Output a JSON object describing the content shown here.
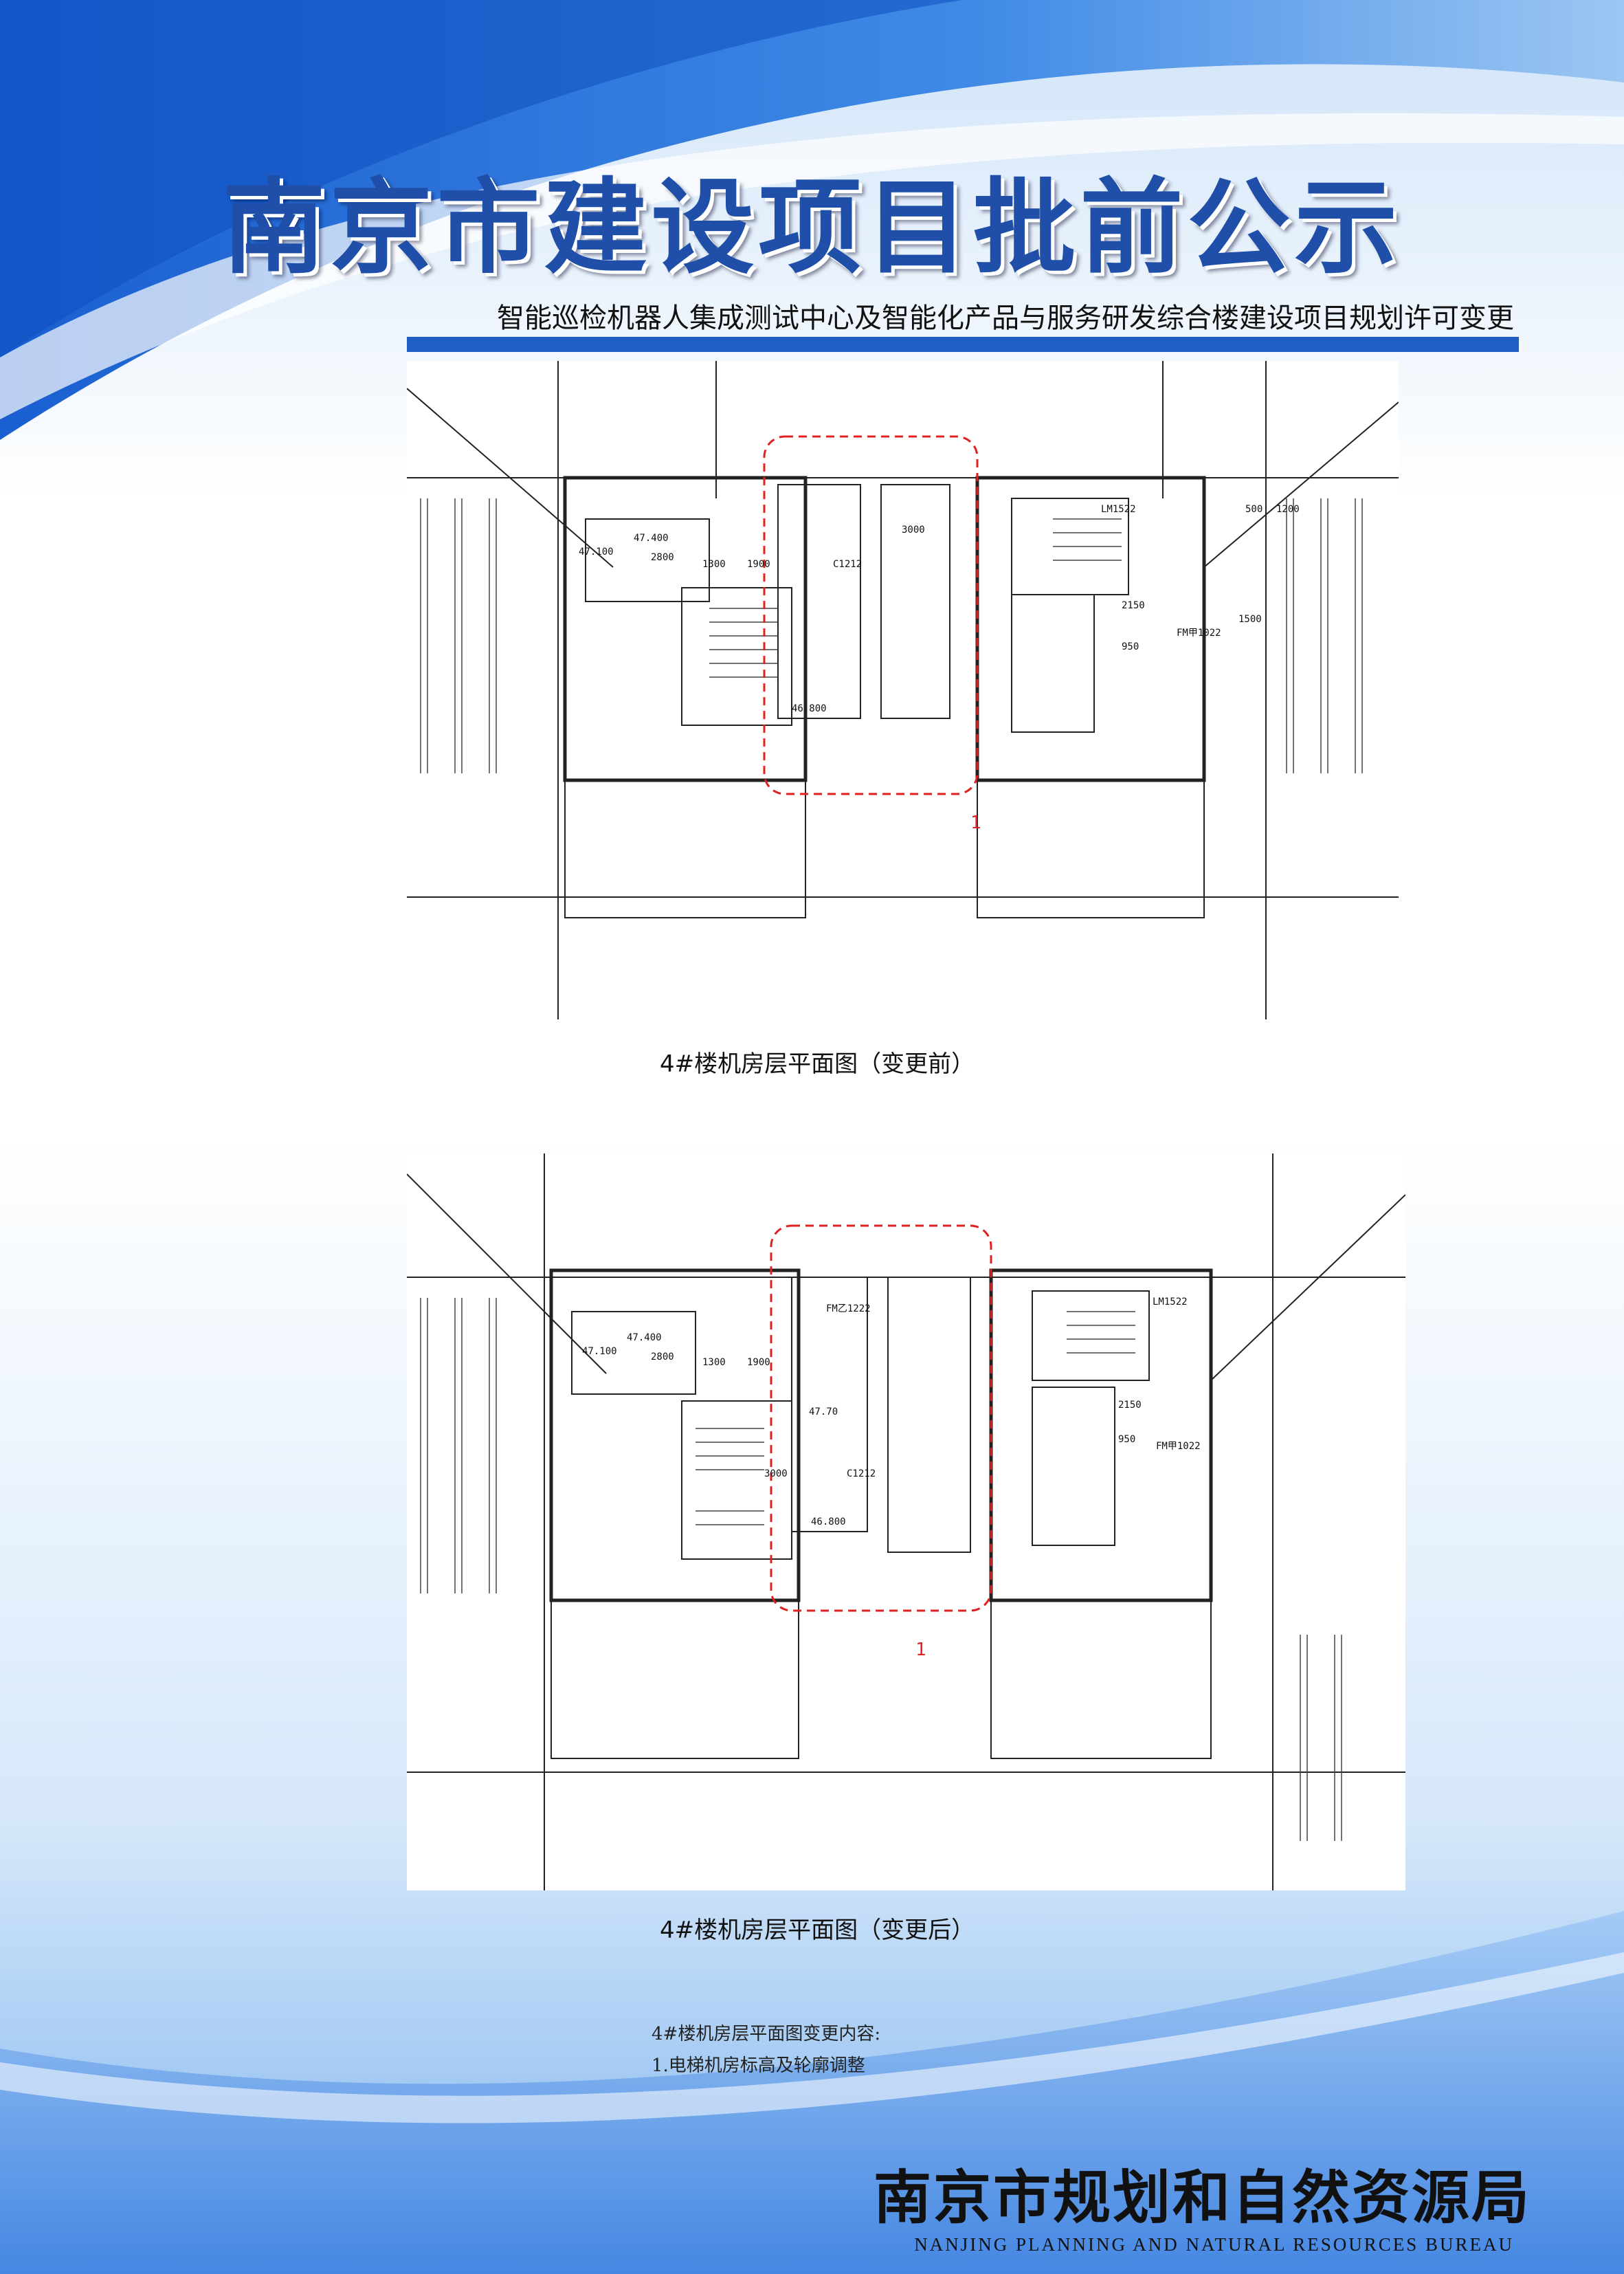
{
  "header": {
    "title": "南京市建设项目批前公示",
    "project_name": "智能巡检机器人集成测试中心及智能化产品与服务研发综合楼建设项目规划许可变更"
  },
  "plans": [
    {
      "caption": "4#楼机房层平面图（变更前）",
      "labels": [
        "47.400",
        "47.100",
        "2800",
        "1300",
        "1900",
        "3000",
        "46.800",
        "LM1522",
        "FM甲1022",
        "C1212",
        "500",
        "1200",
        "1500",
        "2150",
        "950",
        "1"
      ]
    },
    {
      "caption": "4#楼机房层平面图（变更后）",
      "labels": [
        "47.400",
        "47.100",
        "2800",
        "1300",
        "1900",
        "3000",
        "46.800",
        "47.70",
        "LM1522",
        "FM甲1022",
        "C1212",
        "FM乙1222",
        "2150",
        "950",
        "1"
      ]
    }
  ],
  "notes": {
    "heading": "4#楼机房层平面图变更内容:",
    "item1": "1.电梯机房标高及轮廓调整"
  },
  "footer": {
    "bureau_cn": "南京市规划和自然资源局",
    "bureau_en": "NANJING PLANNING AND NATURAL RESOURCES BUREAU"
  },
  "colors": {
    "title_blue": "#1f4fa8",
    "rule_blue": "#1f5fc4",
    "revision_cloud_red": "#e02020"
  }
}
